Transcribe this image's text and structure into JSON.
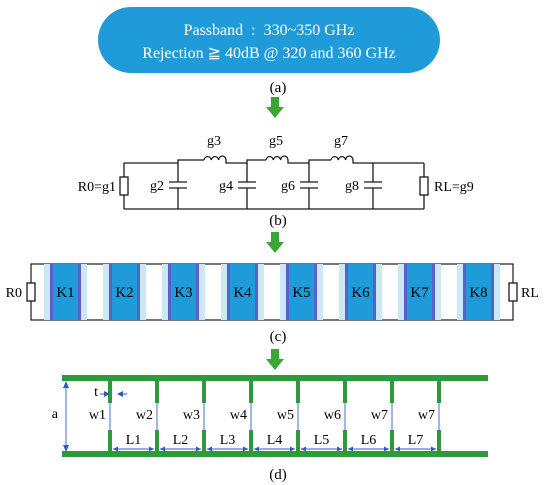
{
  "spec": {
    "line1": "Passband  :  330~350 GHz",
    "line2": "Rejection ≧ 40dB @ 320 and 360 GHz",
    "fill": "#1e9bd8"
  },
  "captions": {
    "a": "(a)",
    "b": "(b)",
    "c": "(c)",
    "d": "(d)"
  },
  "arrow_color": "#3aa635",
  "circuit": {
    "source_label": "R0=g1",
    "load_label": "RL=g9",
    "inductors": [
      "g3",
      "g5",
      "g7"
    ],
    "capacitors": [
      "g2",
      "g4",
      "g6",
      "g8"
    ]
  },
  "inverters": {
    "source_label": "R0",
    "load_label": "RL",
    "blocks": [
      "K1",
      "K2",
      "K3",
      "K4",
      "K5",
      "K6",
      "K7",
      "K8"
    ],
    "block_color": "#1e9bd8",
    "band_color": "#cbe8f6",
    "edge_color": "#5b5fc7"
  },
  "layout": {
    "line_color": "#2e9a3b",
    "t_label": "t",
    "a_label": "a",
    "w_labels": [
      "w1",
      "w2",
      "w3",
      "w4",
      "w5",
      "w6",
      "w7",
      "w7"
    ],
    "l_labels": [
      "L1",
      "L2",
      "L3",
      "L4",
      "L5",
      "L6",
      "L7"
    ]
  }
}
